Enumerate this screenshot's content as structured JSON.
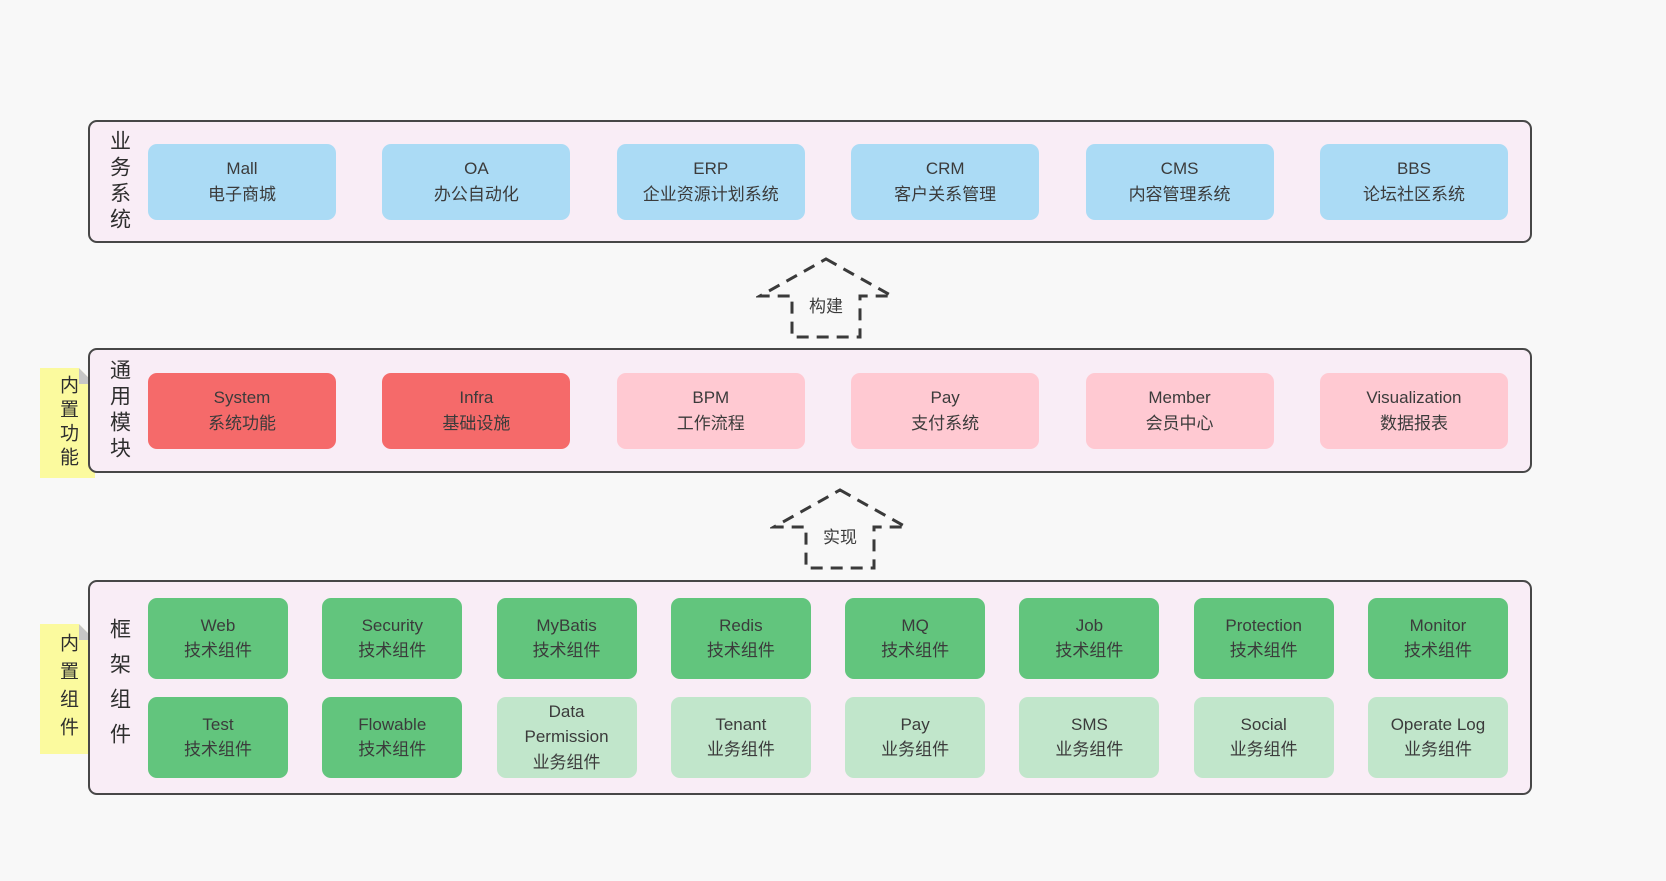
{
  "colors": {
    "page_bg": "#f8f8f8",
    "panel_bg": "#f9edf6",
    "panel_border": "#474747",
    "blue_box": "#abdbf5",
    "red_box": "#f56a6a",
    "pink_box": "#ffc9d2",
    "green_box": "#62c57d",
    "light_green_box": "#c1e6cb",
    "sticky_note_yellow": "#fbfa9e",
    "sticky_fold_gray": "#c6c6c6",
    "text": "#3b3b3b"
  },
  "arrows": [
    {
      "label": "构建"
    },
    {
      "label": "实现"
    }
  ],
  "sections": [
    {
      "label": "业务系统",
      "boxes": [
        {
          "title": "Mall",
          "subtitle": "电子商城"
        },
        {
          "title": "OA",
          "subtitle": "办公自动化"
        },
        {
          "title": "ERP",
          "subtitle": "企业资源计划系统"
        },
        {
          "title": "CRM",
          "subtitle": "客户关系管理"
        },
        {
          "title": "CMS",
          "subtitle": "内容管理系统"
        },
        {
          "title": "BBS",
          "subtitle": "论坛社区系统"
        }
      ]
    },
    {
      "label": "通用模块",
      "note": "内置功能",
      "boxes": [
        {
          "title": "System",
          "subtitle": "系统功能"
        },
        {
          "title": "Infra",
          "subtitle": "基础设施"
        },
        {
          "title": "BPM",
          "subtitle": "工作流程"
        },
        {
          "title": "Pay",
          "subtitle": "支付系统"
        },
        {
          "title": "Member",
          "subtitle": "会员中心"
        },
        {
          "title": "Visualization",
          "subtitle": "数据报表"
        }
      ]
    },
    {
      "label": "框架组件",
      "note": "内置组件",
      "row1": [
        {
          "title": "Web",
          "subtitle": "技术组件"
        },
        {
          "title": "Security",
          "subtitle": "技术组件"
        },
        {
          "title": "MyBatis",
          "subtitle": "技术组件"
        },
        {
          "title": "Redis",
          "subtitle": "技术组件"
        },
        {
          "title": "MQ",
          "subtitle": "技术组件"
        },
        {
          "title": "Job",
          "subtitle": "技术组件"
        },
        {
          "title": "Protection",
          "subtitle": "技术组件"
        },
        {
          "title": "Monitor",
          "subtitle": "技术组件"
        }
      ],
      "row2": [
        {
          "title": "Test",
          "subtitle": "技术组件"
        },
        {
          "title": "Flowable",
          "subtitle": "技术组件"
        },
        {
          "title": "Data Permission",
          "subtitle": "业务组件"
        },
        {
          "title": "Tenant",
          "subtitle": "业务组件"
        },
        {
          "title": "Pay",
          "subtitle": "业务组件"
        },
        {
          "title": "SMS",
          "subtitle": "业务组件"
        },
        {
          "title": "Social",
          "subtitle": "业务组件"
        },
        {
          "title": "Operate Log",
          "subtitle": "业务组件"
        }
      ]
    }
  ]
}
